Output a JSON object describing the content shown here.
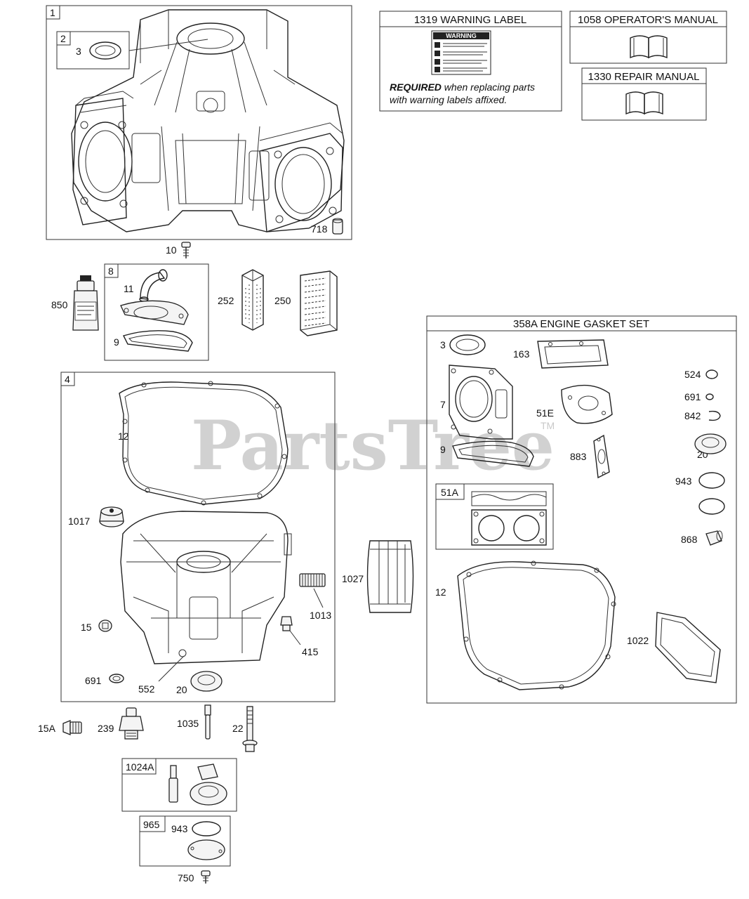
{
  "watermark": {
    "text": "PartsTree",
    "tm": "TM"
  },
  "boxes": {
    "b1": "1",
    "b2": "2",
    "b8": "8",
    "b4": "4",
    "b51a": "51A",
    "b1024a": "1024A",
    "b965": "965"
  },
  "header_boxes": {
    "warning_label": "1319 WARNING LABEL",
    "warning_sign": "WARNING",
    "required": "REQUIRED",
    "required_rest": " when replacing parts",
    "required_line2": "with warning labels affixed.",
    "operators_manual": "1058 OPERATOR'S MANUAL",
    "repair_manual": "1330 REPAIR MANUAL",
    "gasket_set": "358A ENGINE GASKET SET"
  },
  "labels": {
    "p3a": "3",
    "p718": "718",
    "p10": "10",
    "p850": "850",
    "p11": "11",
    "p9a": "9",
    "p252": "252",
    "p250": "250",
    "p12a": "12",
    "p1017": "1017",
    "p1013": "1013",
    "p1027": "1027",
    "p15": "15",
    "p415": "415",
    "p691a": "691",
    "p552": "552",
    "p20a": "20",
    "p15a": "15A",
    "p239": "239",
    "p1035": "1035",
    "p22": "22",
    "p943a": "943",
    "p750": "750",
    "g3": "3",
    "g163": "163",
    "g7": "7",
    "g51e": "51E",
    "g9": "9",
    "g883": "883",
    "g524": "524",
    "g691": "691",
    "g842": "842",
    "g20": "20",
    "g943": "943",
    "g868": "868",
    "g12": "12",
    "g1022": "1022"
  }
}
